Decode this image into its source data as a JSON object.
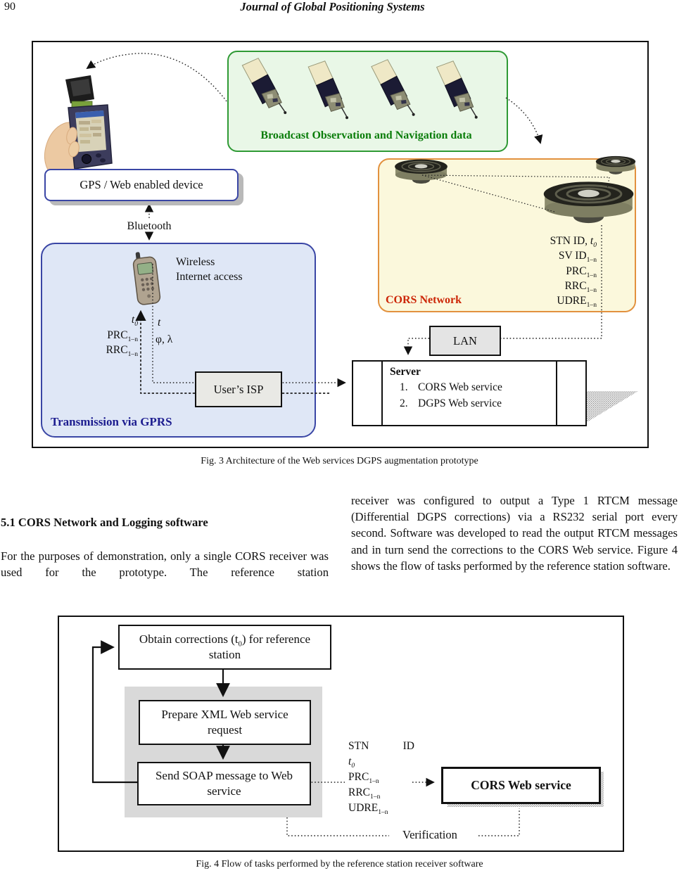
{
  "colors": {
    "green_border": "#2f9a35",
    "green_fill": "#e9f7e7",
    "green_text": "#0a7d0a",
    "cors_border": "#e2913e",
    "cors_fill": "#fbf8dc",
    "cors_text": "#cc2607",
    "blue_border": "#3a46a5",
    "blue_fill": "#dfe7f6",
    "blue_text": "#1c1c8f",
    "box_gray": "#e9e9e5",
    "container_gray": "#d9d9d9"
  },
  "header": {
    "page_number": "90",
    "journal_title": "Journal of Global Positioning Systems"
  },
  "fig3": {
    "broadcast_label": "Broadcast Observation and Navigation data",
    "gps_device_label": "GPS / Web enabled device",
    "bluetooth_label": "Bluetooth",
    "wireless_label_line1": "Wireless",
    "wireless_label_line2": "Internet access",
    "gprs_label": "Transmission via GPRS",
    "isp_label": "User’s ISP",
    "cors_label": "CORS Network",
    "cors_data_labels": [
      {
        "pre": "STN ID, ",
        "it": "t",
        "sub": "0"
      },
      {
        "pre": "SV ID",
        "sub": "1–n"
      },
      {
        "pre": "PRC",
        "sub": "1–n"
      },
      {
        "pre": "RRC",
        "sub": "1–n"
      },
      {
        "pre": "UDRE",
        "sub": "1–n"
      }
    ],
    "lan_label": "LAN",
    "server_title": "Server",
    "server_items": [
      {
        "num": "1.",
        "label": "CORS Web service"
      },
      {
        "num": "2.",
        "label": "DGPS Web service"
      }
    ],
    "uplink_t0": {
      "it": "t",
      "sub": "0"
    },
    "uplink_prc": {
      "pre": "PRC",
      "sub": "1–n"
    },
    "uplink_rrc": {
      "pre": "RRC",
      "sub": "1–n"
    },
    "pos_t": {
      "it": "t"
    },
    "pos_phi": "φ, λ",
    "caption": "Fig. 3 Architecture of the Web services DGPS augmentation prototype"
  },
  "body": {
    "section_heading": "5.1 CORS Network and Logging software",
    "left_paragraph": "For the purposes of demonstration, only a single CORS receiver was used for the prototype. The reference station",
    "right_paragraph": "receiver was configured to output a Type 1 RTCM message (Differential DGPS corrections) via a RS232 serial port every second. Software was developed to read the output RTCM messages and in turn send the corrections to the CORS Web service. Figure 4 shows the flow of tasks performed by the reference station software."
  },
  "fig4": {
    "obtain_box": {
      "pre": "Obtain corrections (t",
      "sub": "0",
      "post": ") for reference station"
    },
    "prepare_box": "Prepare XML Web service request",
    "send_box": "Send SOAP message to Web service",
    "data_labels": [
      {
        "w1": "STN",
        "w2": "ID"
      },
      {
        "it": "t",
        "sub": "0"
      },
      {
        "pre": "PRC",
        "sub": "1–n"
      },
      {
        "pre": "RRC",
        "sub": "1–n"
      },
      {
        "pre": "UDRE",
        "sub": "1–n"
      }
    ],
    "cors_ws_label": "CORS Web service",
    "verification_label": "Verification",
    "caption": "Fig. 4 Flow of tasks performed by the reference station receiver software"
  }
}
